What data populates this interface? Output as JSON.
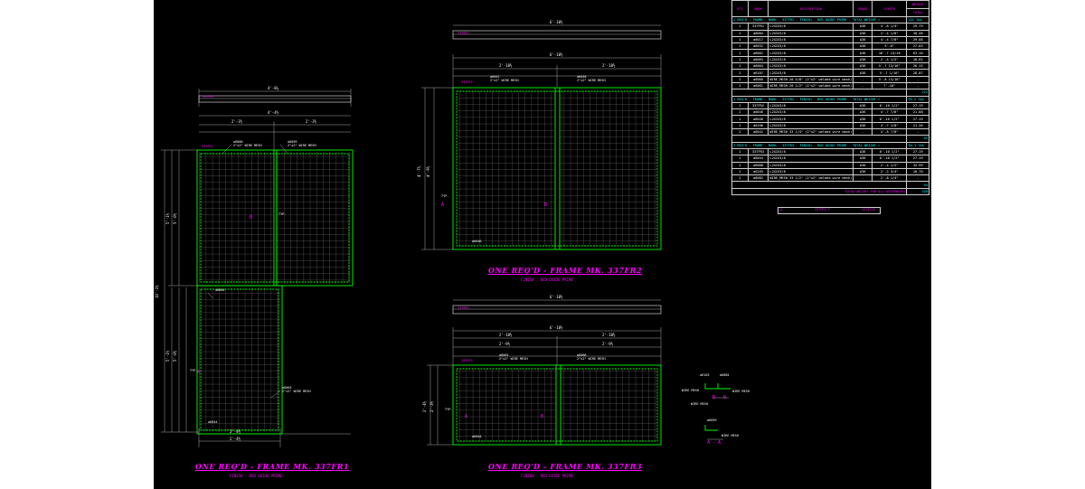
{
  "drawing": {
    "frames": [
      {
        "title": "ONE REQ'D - FRAME MK. 337FR1",
        "finish": "FINISH : RED OXIDE PRIME",
        "mark_tag": "337FR1",
        "mesh_callout": "2\"x2\" WIRE MESH",
        "parts": [
          "a6060",
          "a6059",
          "a6084",
          "a6063",
          "a6044"
        ],
        "dims": {
          "top_overall": "4'-8¼",
          "top_sub": "4'-4½",
          "half_left": "2'-3½",
          "half_right": "2'-3½",
          "bottom_1": "2'-4½",
          "bottom_2": "2'-4½",
          "side_total": "10'-1½",
          "side_upper": "5'-1½",
          "side_upper_2": "5'-0½",
          "side_lower": "5'-1½",
          "side_lower_2": "5'-0½"
        }
      },
      {
        "title": "ONE REQ'D - FRAME MK. 337FR2",
        "finish": "FINISH : RED OXIDE PRIME",
        "mark_tag": "337FR2",
        "mesh_callout": "2\"x2\" WIRE MESH",
        "parts": [
          "a6041",
          "a6048",
          "a6046",
          "a6106"
        ],
        "dims": {
          "top_overall": "6'-10½",
          "top_sub": "6'-10½",
          "half_left": "2'-10½",
          "half_right": "2'-10½",
          "side_1": "4'-7½",
          "side_2": "4'-9½"
        }
      },
      {
        "title": "ONE REQ'D - FRAME MK. 337FR3",
        "finish": "FINISH : RED OXIDE PRIME",
        "mark_tag": "337FR3",
        "mesh_callout": "2\"x2\" WIRE MESH",
        "parts": [
          "a6082",
          "a6044",
          "a6088",
          "a6103"
        ],
        "dims": {
          "top_overall": "6'-10½",
          "top_sub": "6'-10½",
          "half_left": "2'-10½",
          "half_right": "2'-10½",
          "sub_left": "2'-9½",
          "sub_right": "2'-9½",
          "side_1": "2'-4½",
          "side_2": "2'-3½"
        }
      }
    ],
    "tvp_label": "TYP.",
    "sections": [
      {
        "label": "B - B",
        "parts": [
          "a6103",
          "a6084"
        ],
        "callouts": [
          "WIRE MESH",
          "WIRE MESH",
          "WIRE MESH"
        ]
      },
      {
        "label": "A - A",
        "parts": [
          "a6059"
        ],
        "callouts": [
          "WIRE MESH"
        ]
      }
    ]
  },
  "bom": {
    "headers": {
      "qty": "QTY",
      "mark": "MARK",
      "description": "DESCRIPTION",
      "grade": "GRADE",
      "length": "LENGTH",
      "weight": "WEIGHT",
      "total": "TOTAL"
    },
    "groups": [
      {
        "heading": "1 REQ'D - FRAME - MARK - 337FR1 - FINISH - RED OXIDE PRIME - TOTAL WEIGHT =",
        "heading_weight": "221 lbs",
        "rows": [
          {
            "qty": "1",
            "mark": "337FR1",
            "desc": "L2X2X3/8",
            "grade": "A36",
            "length": "4'-8 1/4\"",
            "weight": "29.79"
          },
          {
            "qty": "1",
            "mark": "a6004",
            "desc": "L2X2X3/8",
            "grade": "A36",
            "length": "2'-4 1/8\"",
            "weight": "18.48"
          },
          {
            "qty": "1",
            "mark": "a6017",
            "desc": "L2X2X3/8",
            "grade": "A36",
            "length": "4'-4 7/8\"",
            "weight": "29.68"
          },
          {
            "qty": "1",
            "mark": "a6032",
            "desc": "L2X2X3/8",
            "grade": "A36",
            "length": "5'-0\"",
            "weight": "27.03"
          },
          {
            "qty": "1",
            "mark": "a6062",
            "desc": "L2X2X3/8",
            "grade": "A36",
            "length": "10'-7 13/16",
            "weight": "63.10"
          },
          {
            "qty": "1",
            "mark": "a6063",
            "desc": "L2X2X3/8",
            "grade": "A36",
            "length": "2'-4 1/2\"",
            "weight": "18.62"
          },
          {
            "qty": "1",
            "mark": "a6064",
            "desc": "L2X2X3/8",
            "grade": "A36",
            "length": "5'-7 13/16\"",
            "weight": "26.15"
          },
          {
            "qty": "2",
            "mark": "a6107",
            "desc": "L2X2X3/8",
            "grade": "A36",
            "length": "5'-7 1/16\"",
            "weight": "28.87"
          },
          {
            "qty": "2",
            "mark": "a6060",
            "desc": "WIRE_MESH 28 5/8\" (2\"x2\" welded wire mesh)",
            "grade": "-",
            "length": "5'-8 13/16\"",
            "weight": "-"
          },
          {
            "qty": "2",
            "mark": "a6061",
            "desc": "WIRE_MESH 28 1/2\" (2\"x2\" welded wire mesh)",
            "grade": "-",
            "length": "7'-10\"",
            "weight": "-"
          }
        ],
        "subtotal": "221"
      },
      {
        "heading": "1 REQ'D - FRAME - MARK - 337FR2 - FINISH - RED OXIDE PRIME - TOTAL WEIGHT =",
        "heading_weight": "92.2 lbs",
        "rows": [
          {
            "qty": "1",
            "mark": "337FR2",
            "desc": "L2X2X3/8",
            "grade": "A36",
            "length": "6'-10 1/2\"",
            "weight": "27.19"
          },
          {
            "qty": "2",
            "mark": "a6046",
            "desc": "L2X2X3/8",
            "grade": "A36",
            "length": "4'-7 7/8\"",
            "weight": "21.88"
          },
          {
            "qty": "1",
            "mark": "a6048",
            "desc": "L2X2X3/8",
            "grade": "A36",
            "length": "6'-10 1/2\"",
            "weight": "27.19"
          },
          {
            "qty": "1",
            "mark": "a6106",
            "desc": "L2X2X3/8",
            "grade": "A36",
            "length": "4'-7 1/8\"",
            "weight": "21.26"
          },
          {
            "qty": "2",
            "mark": "a6041",
            "desc": "WIRE_MESH 33 1/4\" (2\"x2\" welded wire mesh)",
            "grade": "-",
            "length": "4'-8 7/8\"",
            "weight": "-"
          }
        ],
        "subtotal": "92"
      },
      {
        "heading": "1 REQ'D - FRAME - MARK - 337FR3 - FINISH - RED OXIDE PRIME - TOTAL WEIGHT =",
        "heading_weight": "94.1 lbs",
        "rows": [
          {
            "qty": "1",
            "mark": "337FR3",
            "desc": "L2X2X3/8",
            "grade": "A36",
            "length": "6'-10 1/2\"",
            "weight": "27.19"
          },
          {
            "qty": "1",
            "mark": "a6044",
            "desc": "L2X2X3/8",
            "grade": "A36",
            "length": "6'-10 1/2\"",
            "weight": "27.19"
          },
          {
            "qty": "1",
            "mark": "a6088",
            "desc": "L2X2X3/8",
            "grade": "A36",
            "length": "2'-4 1/2\"",
            "weight": "32.99"
          },
          {
            "qty": "1",
            "mark": "a6103",
            "desc": "L2X2X3/8",
            "grade": "A36",
            "length": "2'-3 3/4\"",
            "weight": "10.70"
          },
          {
            "qty": "2",
            "mark": "a6082",
            "desc": "WIRE_MESH 33 1/2\" (2\"x2\" welded wire mesh)",
            "grade": "-",
            "length": "2'-8 1/4\"",
            "weight": "-"
          }
        ],
        "subtotal": "94"
      }
    ],
    "grand_total_label": "TOTAL WEIGHT FOR ALL ASSEMBLIES",
    "grand_total": "328",
    "footer": {
      "left": "A",
      "middle": "337FR1-3",
      "right": "12/1/19"
    }
  },
  "colors": {
    "frame": "#00ff00",
    "dimension": "#ffffff",
    "annotation": "#ff00ff",
    "table_line": "#cfcfcf",
    "table_heading": "#00ffff"
  }
}
